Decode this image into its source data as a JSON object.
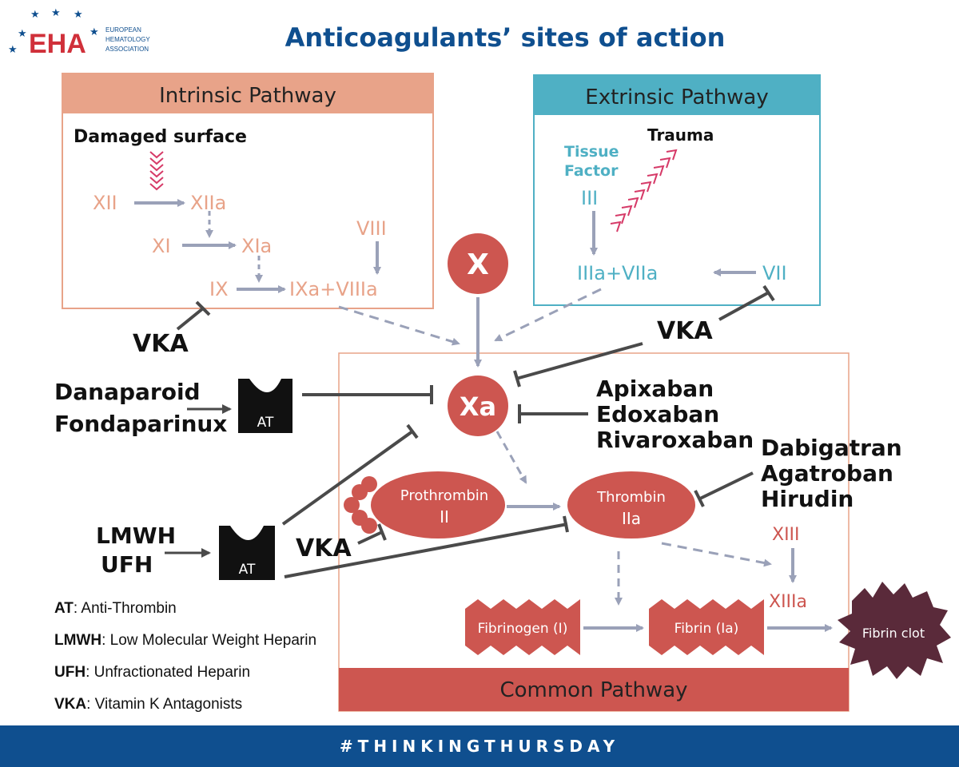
{
  "logo": {
    "abbr": "EHA",
    "line1": "EUROPEAN",
    "line2": "HEMATOLOGY",
    "line3": "ASSOCIATION"
  },
  "title": "Anticoagulants’ sites of action",
  "colors": {
    "salmon": "#e8a389",
    "teal": "#4fb0c4",
    "red": "#cd5650",
    "arrow": "#9aa1b8",
    "dark": "#4a4a4a",
    "clot": "#5a2a3a",
    "navy": "#0f4f8f",
    "pink": "#d63a68"
  },
  "intrinsic": {
    "header": "Intrinsic Pathway",
    "trigger": "Damaged surface",
    "xii": "XII",
    "xiia": "XIIa",
    "xi": "XI",
    "xia": "XIa",
    "viii": "VIII",
    "ix": "IX",
    "ixa_viiia": "IXa+VIIIa"
  },
  "extrinsic": {
    "header": "Extrinsic Pathway",
    "trauma": "Trauma",
    "tissue": "Tissue",
    "factor": "Factor",
    "iii": "III",
    "iiia_viia": "IIIa+VIIa",
    "vii": "VII"
  },
  "common": {
    "header": "Common Pathway",
    "x": "X",
    "xa": "Xa",
    "prothrombin": "Prothrombin",
    "prothrombin_num": "II",
    "thrombin": "Thrombin",
    "thrombin_num": "IIa",
    "xiii": "XIII",
    "xiiia": "XIIIa",
    "fibrinogen": "Fibrinogen (I)",
    "fibrin": "Fibrin (Ia)",
    "clot": "Fibrin clot"
  },
  "drugs": {
    "vka": "VKA",
    "danaparoid": "Danaparoid",
    "fondaparinux": "Fondaparinux",
    "apixaban": "Apixaban",
    "edoxaban": "Edoxaban",
    "rivaroxaban": "Rivaroxaban",
    "dabigatran": "Dabigatran",
    "agatroban": "Agatroban",
    "hirudin": "Hirudin",
    "lmwh": "LMWH",
    "ufh": "UFH",
    "at": "AT"
  },
  "legend": [
    {
      "abbr": "AT",
      "text": ": Anti-Thrombin"
    },
    {
      "abbr": "LMWH",
      "text": ": Low Molecular Weight Heparin"
    },
    {
      "abbr": "UFH",
      "text": ": Unfractionated Heparin"
    },
    {
      "abbr": "VKA",
      "text": ": Vitamin K Antagonists"
    }
  ],
  "footer": "#THINKINGTHURSDAY"
}
